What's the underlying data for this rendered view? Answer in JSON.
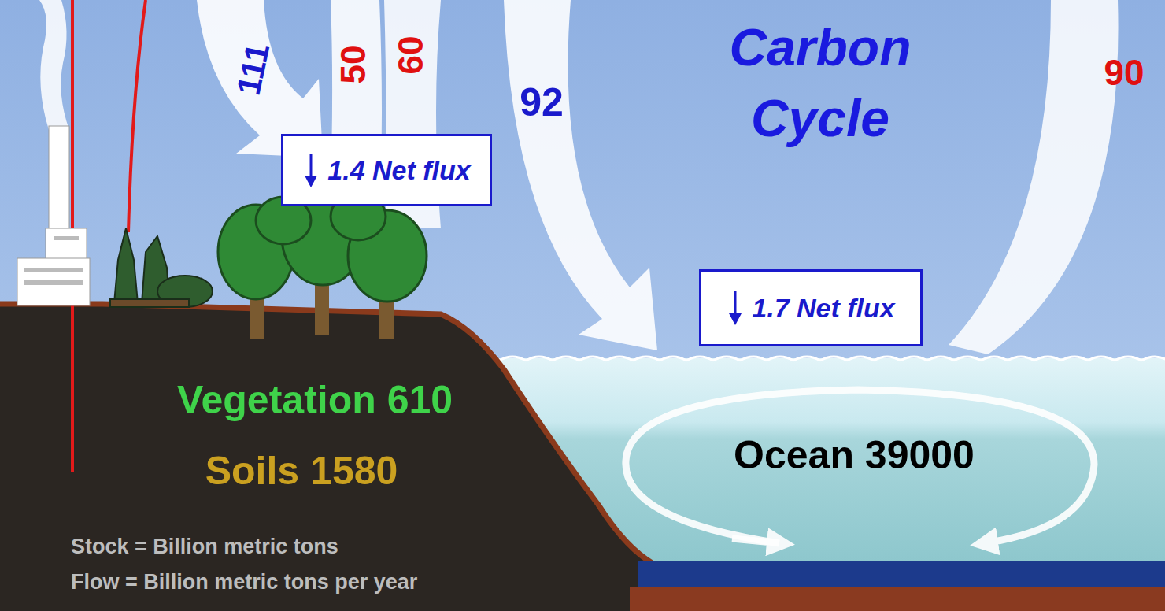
{
  "diagram": {
    "title": "Carbon Cycle",
    "nodes": [
      {
        "text": [
          "1.4 Net flux"
        ]
      },
      {
        "text": [
          "1.7 Net flux"
        ]
      }
    ],
    "labels": [
      "111",
      "50",
      "60",
      "92",
      "90",
      "Vegetation 610",
      "Soils 1580",
      "Ocean 39000",
      "Stock = Billion metric tons",
      "Flow = Billion metric tons per year"
    ]
  }
}
